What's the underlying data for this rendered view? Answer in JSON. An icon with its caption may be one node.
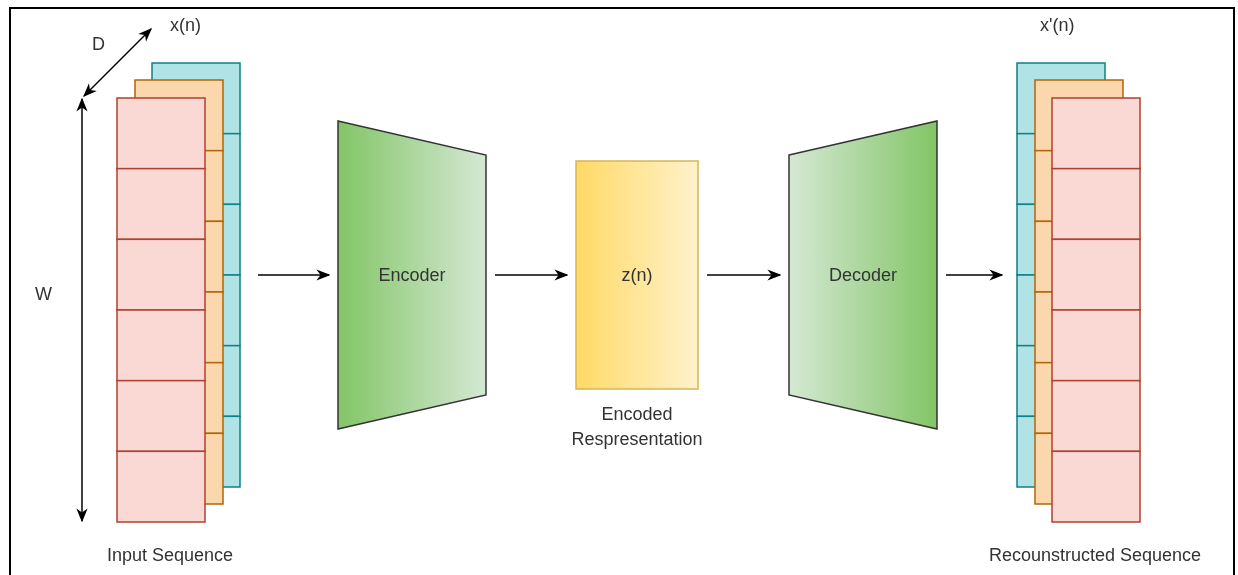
{
  "diagram": {
    "nodes": [
      {
        "text": [
          "x(n)"
        ],
        "beside": [
          "Input Sequence"
        ]
      },
      {
        "text": [
          "Encoder"
        ]
      },
      {
        "text": [
          "z(n)"
        ],
        "beside": [
          "Encoded Respresentation"
        ]
      },
      {
        "text": [
          "Decoder"
        ]
      },
      {
        "text": [
          "x'(n)"
        ],
        "beside": [
          "Recounstructed Sequence"
        ]
      }
    ],
    "edges": [
      {
        "from": 0,
        "to": 1,
        "arrow": "to"
      },
      {
        "from": 1,
        "to": 2,
        "arrow": "to"
      },
      {
        "from": 2,
        "to": 3,
        "arrow": "to"
      },
      {
        "from": 3,
        "to": 4,
        "arrow": "to"
      }
    ],
    "labels": [
      "D",
      "W"
    ]
  }
}
